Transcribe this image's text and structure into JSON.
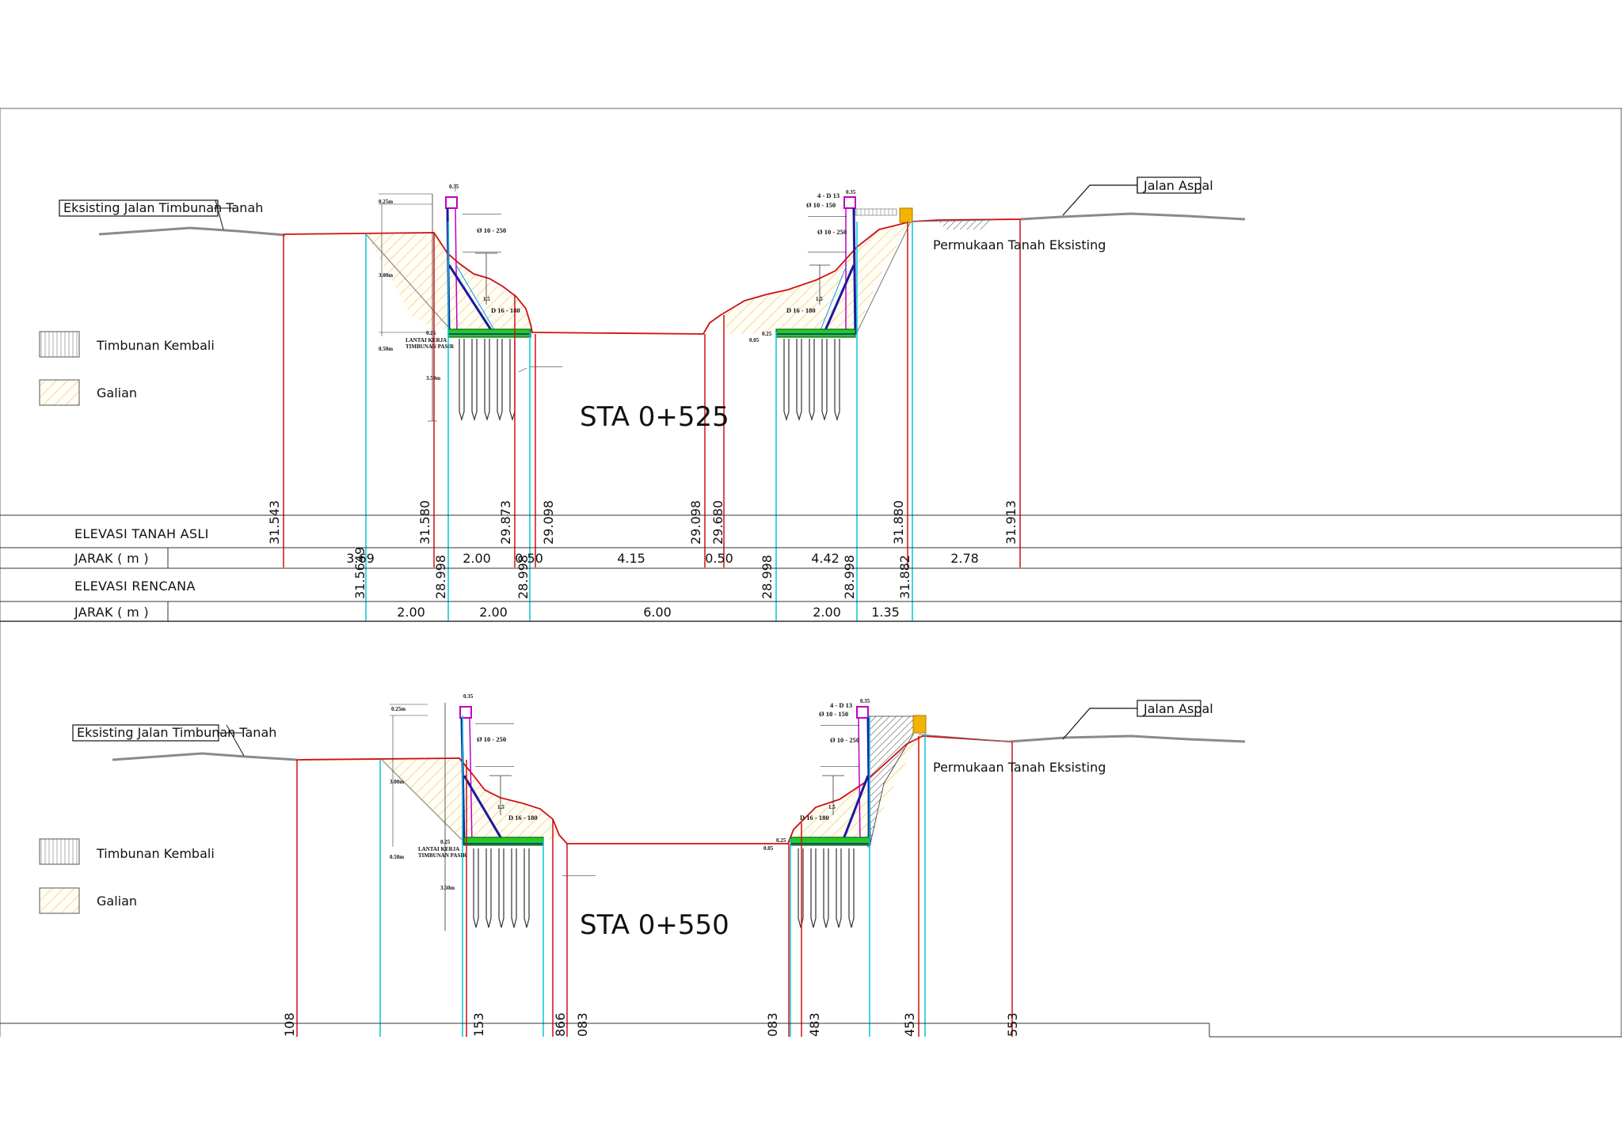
{
  "legend": {
    "timbunan_kembali": "Timbunan Kembali",
    "galian": "Galian"
  },
  "labels": {
    "eksisting_jalan": "Eksisting Jalan Timbunan Tanah",
    "jalan_aspal": "Jalan Aspal",
    "permukaan": "Permukaan Tanah Eksisting"
  },
  "rows": {
    "elevasi_tanah_asli": "ELEVASI TANAH ASLI",
    "jarak": "JARAK ( m )",
    "elevasi_rencana": "ELEVASI RENCANA"
  },
  "detail_labels": {
    "dim_035": "0.35",
    "bar_4d13": "4 - D 13",
    "stirrup_o10_150": "Ø 10 - 150",
    "stirrup_o10_250": "Ø 10 - 250",
    "main_d16_180": "D 16 - 180",
    "slope": "1.5",
    "dim_025": "0.25",
    "dim_005": "0.05",
    "dim_025m": "0.25m",
    "dim_300m": "3.00m",
    "dim_050m": "0.50m",
    "dim_350m": "3.50m",
    "lantai_kerja": "LANTAI KERJA",
    "timbunan_pasir": "TIMBUNAN PASIR"
  },
  "sections": [
    {
      "sta": "STA 0+525",
      "elevasi_tanah_asli": [
        "31.543",
        "31.580",
        "29.873",
        "29.098",
        "29.098",
        "29.680",
        "31.880",
        "31.913"
      ],
      "jarak_asli": [
        "3.69",
        "2.00",
        "0.50",
        "4.15",
        "0.50",
        "4.42",
        "2.78"
      ],
      "elevasi_rencana": [
        "31.5649",
        "28.998",
        "28.998",
        "28.998",
        "28.998",
        "31.882"
      ],
      "jarak_rencana": [
        "2.00",
        "2.00",
        "6.00",
        "2.00",
        "1.35"
      ]
    },
    {
      "sta": "STA 0+550",
      "elevasi_tanah_asli_partial": [
        "108",
        "153",
        "866",
        "083",
        "083",
        "483",
        "453",
        "553"
      ]
    }
  ],
  "colors": {
    "ground_line": "#d01010",
    "design_line": "#00c8d8",
    "existing_road": "#8a8a8a",
    "galian_hatch": "#e8c070",
    "footing": "#22cc22",
    "abutment": "#1a1aa0",
    "railing": "#c000c0",
    "aspal_block": "#f2b400"
  }
}
